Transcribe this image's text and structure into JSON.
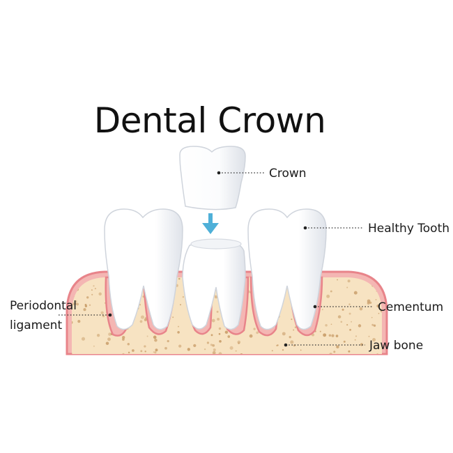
{
  "title": "Dental Crown",
  "labels": {
    "crown": "Crown",
    "healthy_tooth": "Healthy Tooth",
    "periodontal_line1": "Periodontal",
    "periodontal_line2": "ligament",
    "cementum": "Cementum",
    "jaw_bone": "Jaw bone"
  },
  "colors": {
    "gum_outline": "#e8848a",
    "gum_fill": "#f4b6b3",
    "bone_fill": "#f7e3c2",
    "bone_speck": "#c99e6a",
    "tooth_fill": "#ffffff",
    "tooth_shade": "#e6e9ee",
    "arrow": "#4fb0d8"
  },
  "icons": {
    "arrow": "arrow-down-icon"
  }
}
